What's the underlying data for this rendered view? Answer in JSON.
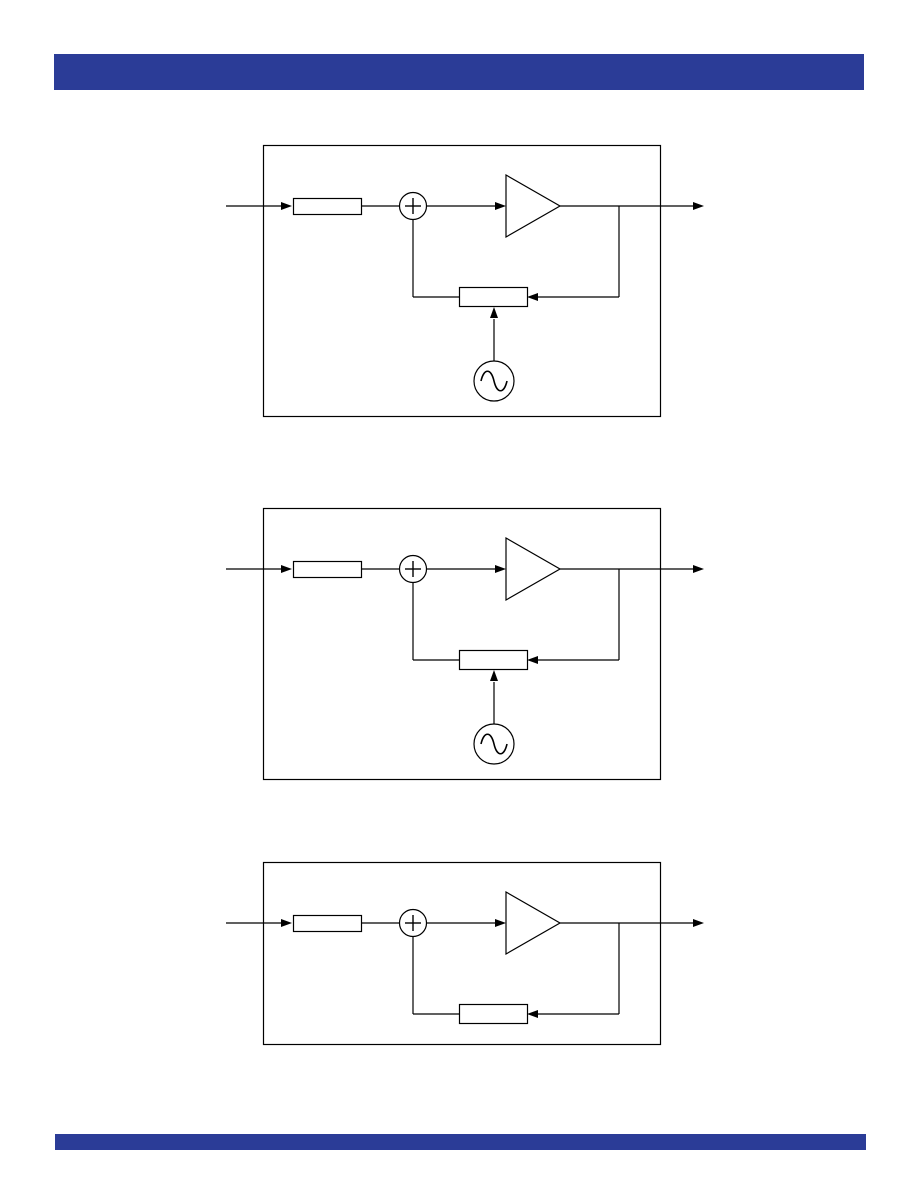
{
  "page": {
    "header_band_color": "#2b3c97",
    "footer_band_color": "#2b3c97",
    "line_color": "#000000"
  },
  "diagrams": [
    {
      "name": "feedback-loop-1",
      "blocks": [
        "input-block",
        "summing-junction",
        "amplifier-triangle",
        "feedback-block"
      ],
      "has_oscillator": true,
      "icons": [
        "plus-icon",
        "sine-wave-icon",
        "arrow-icon"
      ]
    },
    {
      "name": "feedback-loop-2",
      "blocks": [
        "input-block",
        "summing-junction",
        "amplifier-triangle",
        "feedback-block"
      ],
      "has_oscillator": true,
      "icons": [
        "plus-icon",
        "sine-wave-icon",
        "arrow-icon"
      ]
    },
    {
      "name": "feedback-loop-3",
      "blocks": [
        "input-block",
        "summing-junction",
        "amplifier-triangle",
        "feedback-block"
      ],
      "has_oscillator": false,
      "icons": [
        "plus-icon",
        "arrow-icon"
      ]
    }
  ]
}
